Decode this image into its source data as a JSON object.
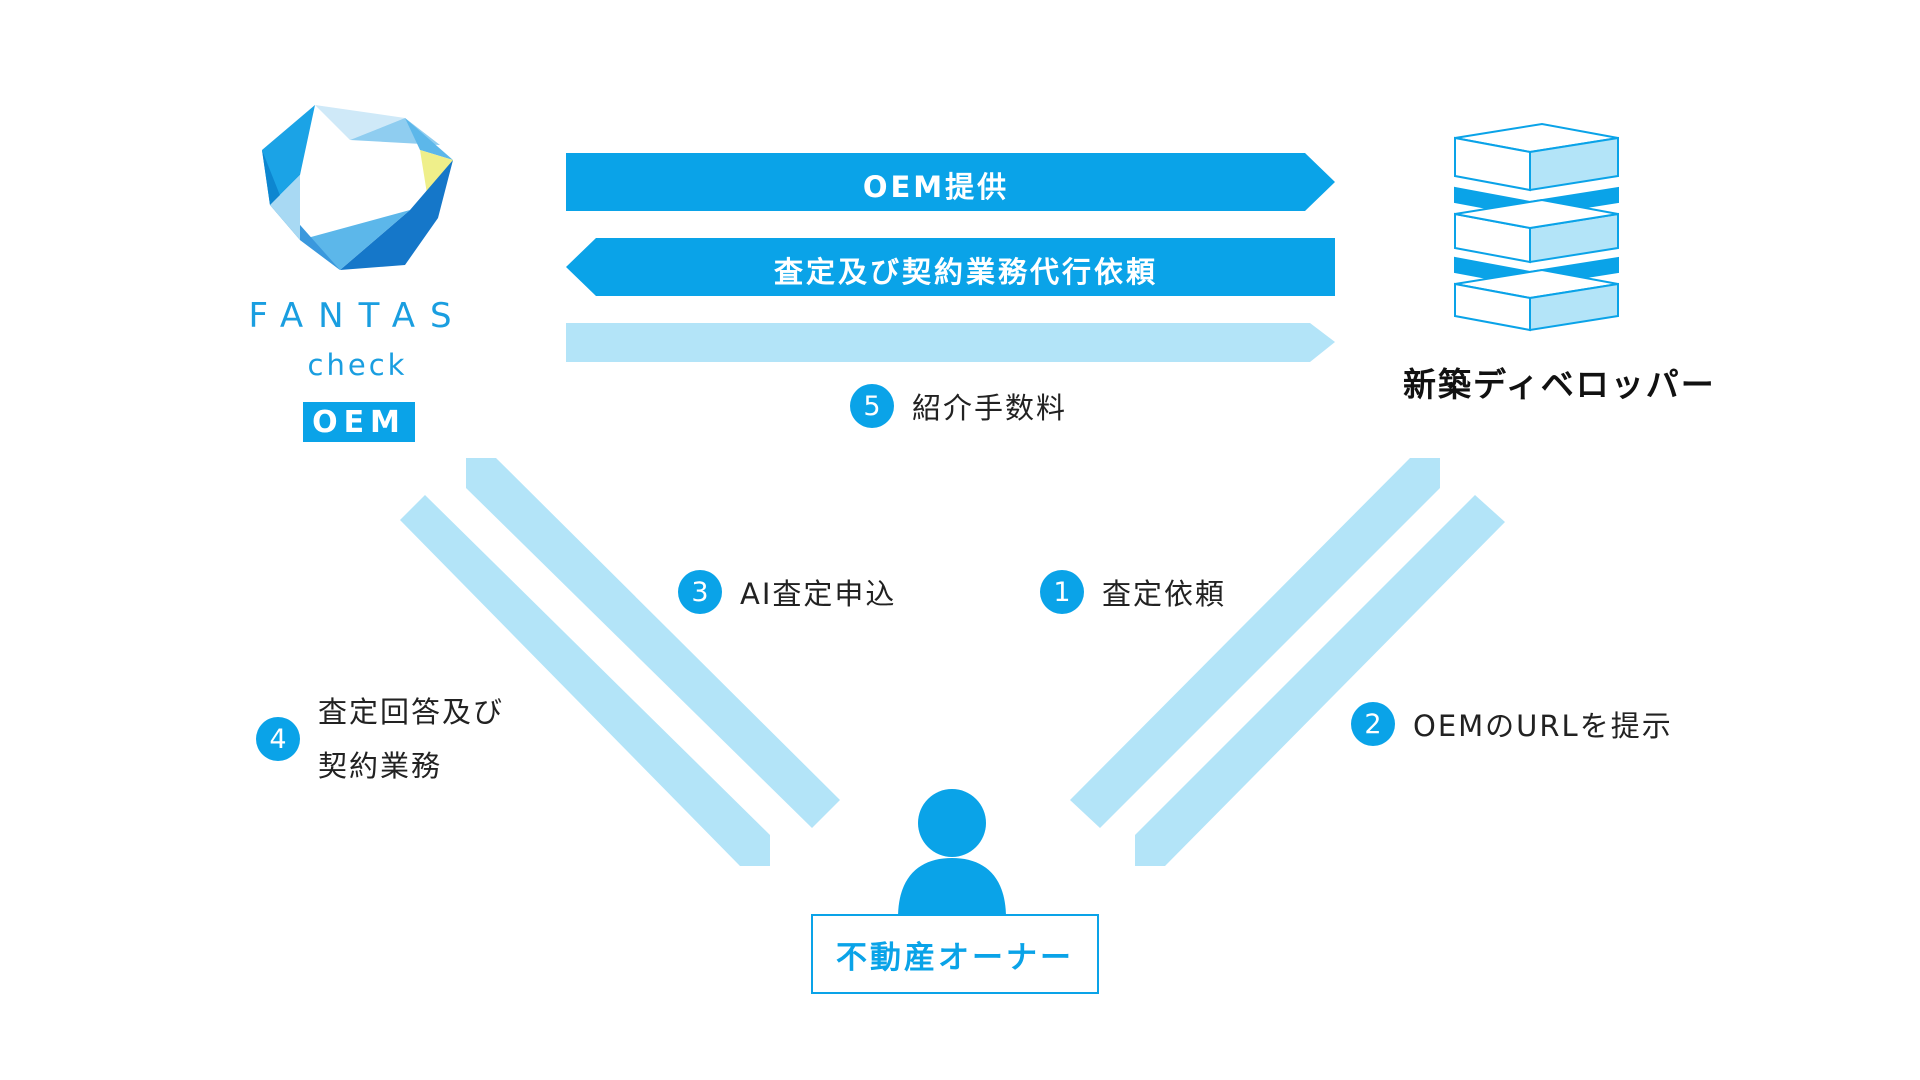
{
  "colors": {
    "primary": "#0aa3e8",
    "light": "#b3e4f8",
    "text": "#222222"
  },
  "logo": {
    "icon": "fantas-polygon-logo-icon",
    "name": "FANTAS",
    "sub": "check",
    "badge": "OEM"
  },
  "developer": {
    "icon": "building-stack-icon",
    "label": "新築ディベロッパー"
  },
  "owner": {
    "icon": "person-icon",
    "label": "不動産オーナー"
  },
  "arrows": {
    "oem_supply": "OEM提供",
    "assessment_agency": "査定及び契約業務代行依頼"
  },
  "steps": [
    {
      "num": "1",
      "text": "査定依頼"
    },
    {
      "num": "2",
      "text": "OEMのURLを提示"
    },
    {
      "num": "3",
      "text": "AI査定申込"
    },
    {
      "num": "4",
      "line1": "査定回答及び",
      "line2": "契約業務"
    },
    {
      "num": "5",
      "text": "紹介手数料"
    }
  ]
}
